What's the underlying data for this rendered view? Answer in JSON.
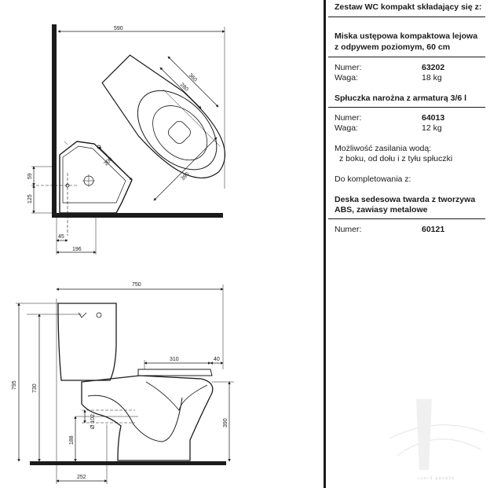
{
  "spec": {
    "heading": "Zestaw WC kompakt składający się z:",
    "bowl": {
      "title_line1": "Miska ustępowa kompaktowa lejowa",
      "title_line2": "z odpywem poziomym, 60 cm",
      "number_label": "Numer:",
      "number_value": "63202",
      "weight_label": "Waga:",
      "weight_value": "18 kg"
    },
    "cistern": {
      "title": "Spłuczka narożna z armaturą 3/6 l",
      "number_label": "Numer:",
      "number_value": "64013",
      "weight_label": "Waga:",
      "weight_value": "12 kg",
      "supply_line1": "Możliwość zasilania wodą:",
      "supply_line2": "z boku, od dołu i z tyłu spłuczki"
    },
    "complement_label": "Do kompletowania z:",
    "seat": {
      "title_line1": "Deska sedesowa twarda z tworzywa",
      "title_line2": "ABS, zawiasy metalowe",
      "number_label": "Numer:",
      "number_value": "60121"
    }
  },
  "dims": {
    "top_width": "590",
    "diag_360": "360",
    "diag_280": "280",
    "diag_200": "200",
    "diag_390": "390",
    "side_59": "59",
    "side_125": "125",
    "bottom_45": "45",
    "bottom_196": "196",
    "front_750": "750",
    "front_310": "310",
    "front_40": "40",
    "front_795": "795",
    "front_730": "730",
    "front_390": "390",
    "front_188": "188",
    "front_pipe": "Ø 102",
    "front_252": "252"
  },
  "watermark": "vzorů pasáže"
}
